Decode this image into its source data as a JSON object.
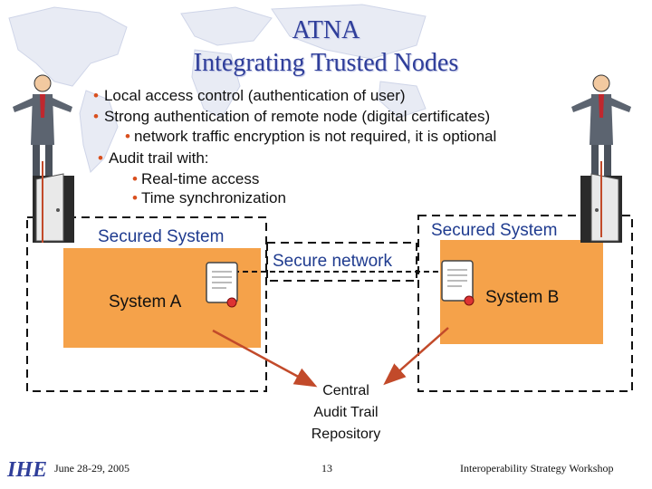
{
  "title": {
    "line1": "ATNA",
    "line2": "Integrating Trusted Nodes"
  },
  "bullets": [
    "Local access control (authentication of user)",
    "Strong authentication of remote node (digital certificates)",
    "network traffic encryption is not required, it is optional",
    "Audit trail with:",
    "Real-time access",
    "Time synchronization"
  ],
  "diagram": {
    "secured_system_left": "Secured System",
    "secured_system_right": "Secured System",
    "secure_network": "Secure network",
    "system_a": "System A",
    "system_b": "System B",
    "repository": [
      "Central",
      "Audit Trail",
      "Repository"
    ]
  },
  "footer": {
    "date": "June 28-29, 2005",
    "page": "13",
    "event": "Interoperability Strategy Workshop",
    "logo_text": "IHE"
  },
  "colors": {
    "title": "#2f3e9a",
    "bullet_marker": "#d94f1e",
    "system_box": "#f5a24a",
    "arrow": "#c24a2a",
    "dashed_border": "#111111",
    "label_blue": "#1f3b8f"
  },
  "icons": [
    "world-map",
    "businessman",
    "door",
    "certificate-scroll",
    "ihe-logo"
  ]
}
